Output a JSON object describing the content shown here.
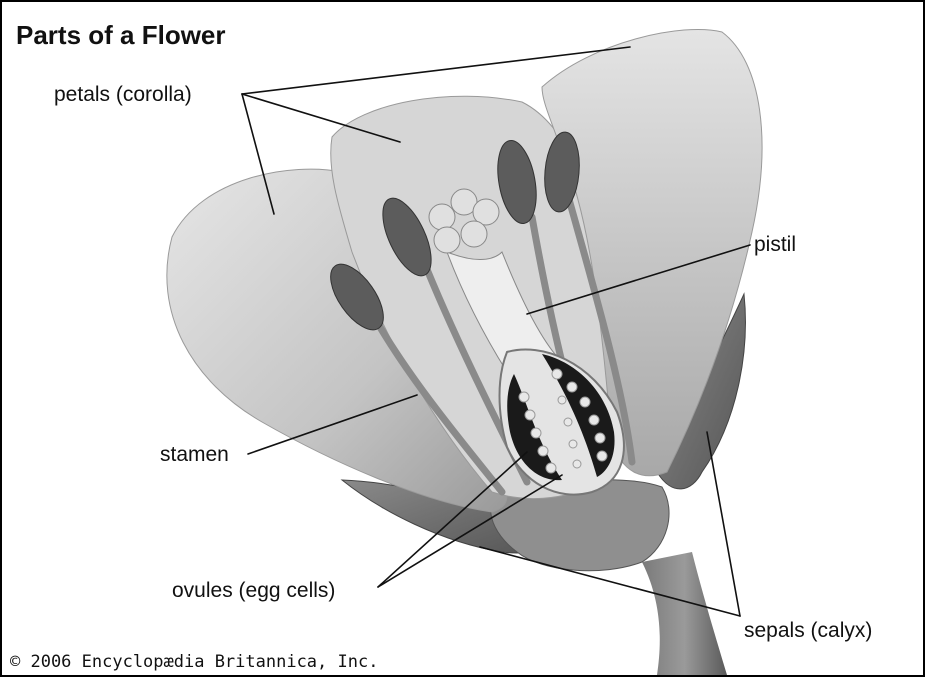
{
  "diagram": {
    "title": "Parts of a Flower",
    "labels": {
      "petals": "petals (corolla)",
      "pistil": "pistil",
      "stamen": "stamen",
      "ovules": "ovules (egg cells)",
      "sepals": "sepals (calyx)"
    },
    "credit": "© 2006 Encyclopædia Britannica, Inc."
  },
  "colors": {
    "petal_light": "#e2e2e2",
    "petal_mid": "#bdbdbd",
    "petal_dark": "#8c8c8c",
    "sepal": "#6f6f6f",
    "anther": "#5c5c5c",
    "ovary_dark": "#1a1a1a",
    "ovule": "#e8e8e8",
    "line": "#111111"
  }
}
